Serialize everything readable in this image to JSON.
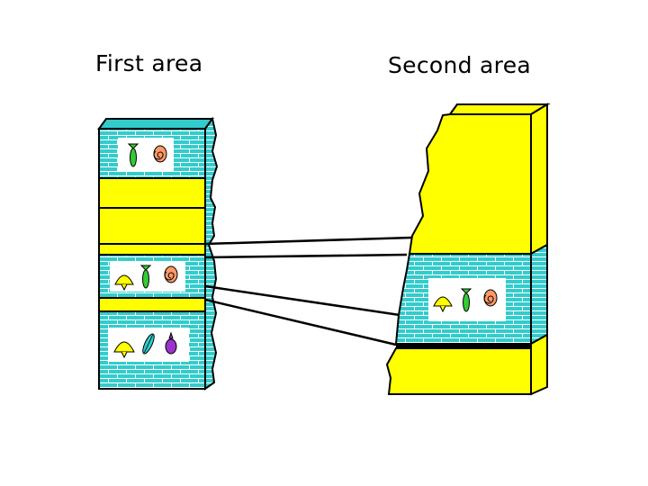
{
  "labels": {
    "first": "First area",
    "second": "Second area"
  },
  "colors": {
    "yellow": "#ffff00",
    "cyan": "#33cccc",
    "mortar": "#ffffff",
    "white": "#ffffff",
    "outline": "#000000",
    "fossil_yellow": "#ffff00",
    "fossil_green": "#33cc33",
    "fossil_orange": "#ff9966",
    "fossil_blue": "#33cccc",
    "fossil_purple": "#9933cc"
  },
  "fossils": {
    "first_top": [
      "fish-fossil",
      "ammonite-fossil"
    ],
    "first_middle": [
      "shell-fossil",
      "fish-fossil",
      "ammonite-fossil"
    ],
    "first_bottom": [
      "shell-fossil",
      "belemnite-fossil",
      "gastropod-fossil"
    ],
    "second_middle": [
      "shell-fossil",
      "fish-fossil",
      "ammonite-fossil"
    ]
  }
}
